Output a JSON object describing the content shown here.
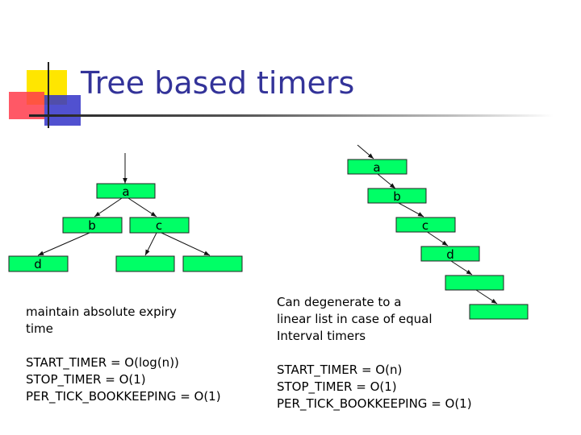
{
  "slide": {
    "title": "Tree based timers",
    "colors": {
      "title": "#333399",
      "node_fill": "#00ff66",
      "accent_yellow": "#ffe600",
      "accent_red": "#ff3b4b",
      "accent_blue": "#3232c8"
    }
  },
  "tree_diagram": {
    "nodes": {
      "a": "a",
      "b": "b",
      "c": "c",
      "d": "d"
    },
    "edges": [
      "entry->a",
      "a->b",
      "a->c",
      "b->d",
      "c->leaf1",
      "c->leaf2"
    ]
  },
  "list_diagram": {
    "nodes": {
      "a": "a",
      "b": "b",
      "c": "c",
      "d": "d"
    },
    "edges": [
      "entry->a",
      "a->b",
      "b->c",
      "c->d",
      "d->e",
      "e->f"
    ]
  },
  "left_notes": {
    "line1": "maintain absolute expiry",
    "line2": "time",
    "start": "START_TIMER = O(log(n))",
    "stop": "STOP_TIMER = O(1)",
    "tick": "PER_TICK_BOOKKEEPING = O(1)"
  },
  "right_notes": {
    "line1": "Can degenerate to a",
    "line2": "linear list in case of equal",
    "line3": "Interval timers",
    "start": "START_TIMER = O(n)",
    "stop": "STOP_TIMER = O(1)",
    "tick": "PER_TICK_BOOKKEEPING = O(1)"
  }
}
